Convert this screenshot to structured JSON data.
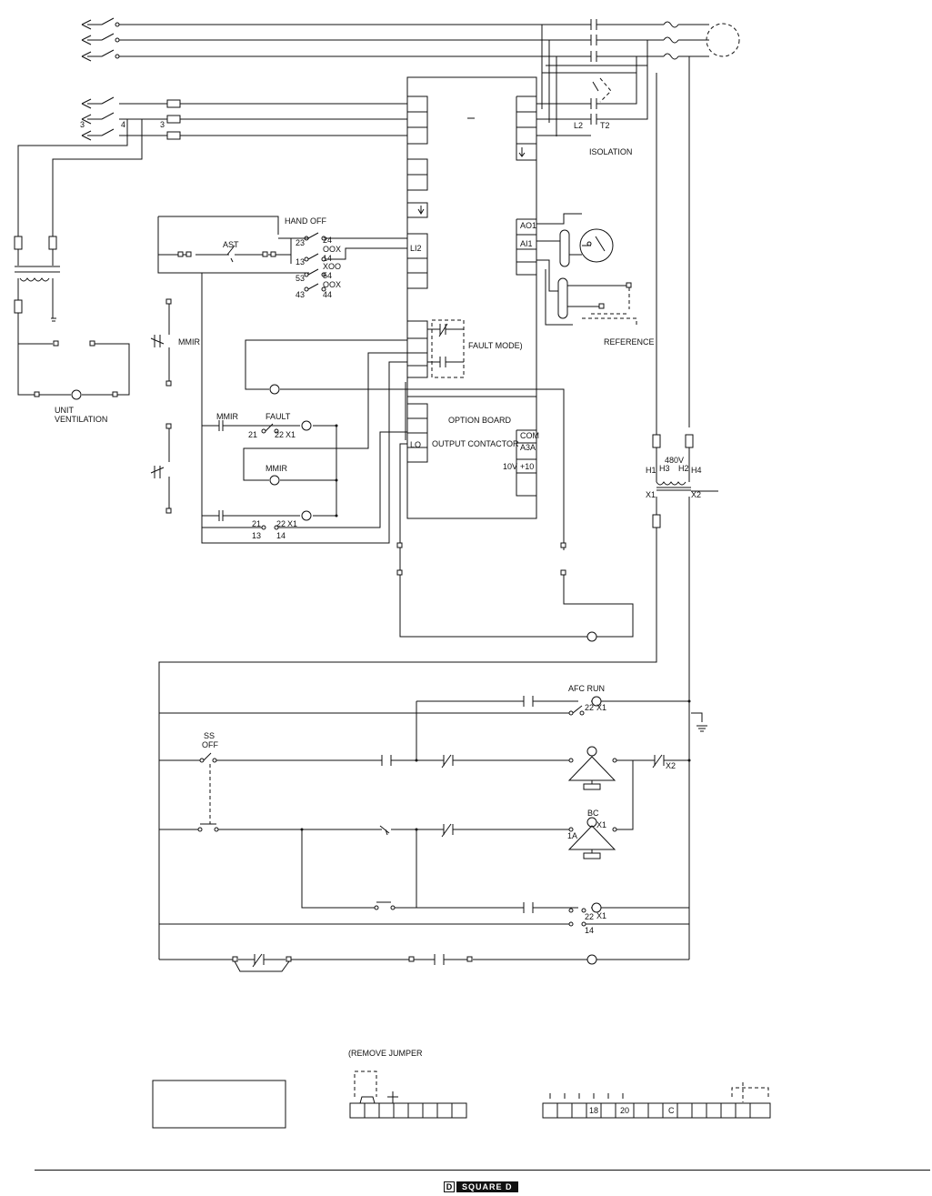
{
  "labels": {
    "l3": "3",
    "l4": "4",
    "l3b": "3",
    "l2": "L2",
    "t2": "T2",
    "isolation": "ISOLATION",
    "hand": "HAND",
    "off": "OFF",
    "ast": "AST",
    "n23": "23",
    "n24": "24",
    "oox1": "OOX",
    "n14a": "14",
    "n13a": "13",
    "xoo": "XOO",
    "n53": "53",
    "n54": "54",
    "oox2": "OOX",
    "n43": "43",
    "n44": "44",
    "li2": "LI2",
    "ao1": "AO1",
    "ai1": "AI1",
    "reference": "REFERENCE",
    "mmir1": "MMIR",
    "fault_mode": "FAULT MODE)",
    "unit": "UNIT",
    "ventilation": "VENTILATION",
    "mmir2": "MMIR",
    "fault": "FAULT",
    "n21a": "21",
    "n22a": "22",
    "x1a": "X1",
    "option_board": "OPTION BOARD",
    "output_contactor": "OUTPUT CONTACTOR",
    "lo": "LO",
    "com": "COM",
    "a3a": "A3A",
    "v10": "10V",
    "p10": "+10",
    "mmir3": "MMIR",
    "n21b": "21",
    "n22b": "22",
    "x1b": "X1",
    "n13b": "13",
    "n14b": "14",
    "v480": "480V",
    "h1": "H1",
    "h3": "H3",
    "h2": "H2",
    "h4": "H4",
    "x1t": "X1",
    "x2t": "X2",
    "afc_run": "AFC RUN",
    "n22c": "22",
    "x1c": "X1",
    "ss": "SS",
    "ss_off": "OFF",
    "x2b": "X2",
    "bc": "BC",
    "n1a": "1A",
    "x1d": "X1",
    "n22d": "22",
    "x1e": "X1",
    "n14c": "14",
    "remove_jumper": "(REMOVE JUMPER",
    "tb18": "18",
    "tb20": "20",
    "tbc": "C"
  },
  "footer": {
    "logo_mark": "D",
    "logo_text": "SQUARE D"
  },
  "colors": {
    "ink": "#111111",
    "paper": "#ffffff"
  }
}
